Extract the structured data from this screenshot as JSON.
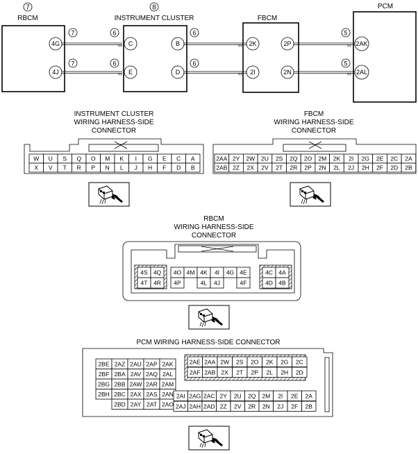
{
  "modules": {
    "rbcm": {
      "number": "7",
      "name": "RBCM",
      "pins": [
        "4G",
        "4J"
      ]
    },
    "ic": {
      "number": "8",
      "name": "INSTRUMENT CLUSTER",
      "pins_left": [
        "C",
        "E"
      ],
      "pins_right": [
        "B",
        "D"
      ]
    },
    "fbcm": {
      "name": "FBCM",
      "pins_left": [
        "2K",
        "2I"
      ],
      "pins_right": [
        "2P",
        "2N"
      ]
    },
    "pcm": {
      "name": "PCM",
      "pins": [
        "2AK",
        "2AL"
      ]
    }
  },
  "wire_labels": {
    "rbcm_ic": [
      "7",
      "6"
    ],
    "ic_fbcm": [
      "6"
    ],
    "fbcm_pcm": [
      "5"
    ]
  },
  "connectors": {
    "ic": {
      "title": [
        "INSTRUMENT CLUSTER",
        "WIRING HARNESS-SIDE",
        "CONNECTOR"
      ],
      "row1": [
        "W",
        "U",
        "S",
        "Q",
        "O",
        "M",
        "K",
        "I",
        "G",
        "E",
        "C",
        "A"
      ],
      "row2": [
        "X",
        "V",
        "T",
        "R",
        "P",
        "N",
        "L",
        "J",
        "H",
        "F",
        "D",
        "B"
      ]
    },
    "fbcm": {
      "title": [
        "FBCM",
        "WIRING HARNESS-SIDE",
        "CONNECTOR"
      ],
      "row1": [
        "2AA",
        "2Y",
        "2W",
        "2U",
        "2S",
        "2Q",
        "2O",
        "2M",
        "2K",
        "2I",
        "2G",
        "2E",
        "2C",
        "2A"
      ],
      "row2": [
        "2AB",
        "2Z",
        "2X",
        "2V",
        "2T",
        "2R",
        "2P",
        "2N",
        "2L",
        "2J",
        "2H",
        "2F",
        "2D",
        "2B"
      ]
    },
    "rbcm": {
      "title": [
        "RBCM",
        "WIRING HARNESS-SIDE",
        "CONNECTOR"
      ],
      "left_top": [
        "4S",
        "4Q"
      ],
      "left_bottom": [
        "4T",
        "4R"
      ],
      "mid_top": [
        "4O",
        "4M",
        "4K",
        "4I",
        "4G",
        "4E"
      ],
      "mid_bottom_a": [
        "4P"
      ],
      "mid_bottom_b": [
        "4L",
        "4J"
      ],
      "mid_bottom_c": [
        "4F"
      ],
      "right_top": [
        "4C",
        "4A"
      ],
      "right_bottom": [
        "4D",
        "4B"
      ]
    },
    "pcm": {
      "title": "PCM WIRING HARNESS-SIDE CONNECTOR",
      "left_grid": [
        [
          "2BE",
          "2AZ",
          "2AU",
          "2AP",
          "2AK"
        ],
        [
          "2BF",
          "2BA",
          "2AV",
          "2AQ",
          "2AL"
        ],
        [
          "2BG",
          "2BB",
          "2AW",
          "2AR",
          "2AM"
        ],
        [
          "2BH",
          "2BC",
          "2AX",
          "2AS",
          "2AN"
        ],
        [
          "",
          "2BD",
          "2AY",
          "2AT",
          "2AO"
        ]
      ],
      "top_right_row1": [
        "2AE",
        "2AA",
        "2W",
        "2S",
        "2O",
        "2K",
        "2G",
        "2C"
      ],
      "top_right_row2": [
        "2AF",
        "2AB",
        "2X",
        "2T",
        "2P",
        "2L",
        "2H",
        "2D"
      ],
      "bottom_right_row1": [
        "2AI",
        "2AG",
        "2AC",
        "2Y",
        "2U",
        "2Q",
        "2M",
        "2I",
        "2E",
        "2A"
      ],
      "bottom_right_row2": [
        "2AJ",
        "2AH",
        "2AD",
        "2Z",
        "2V",
        "2R",
        "2N",
        "2J",
        "2F",
        "2B"
      ]
    }
  }
}
